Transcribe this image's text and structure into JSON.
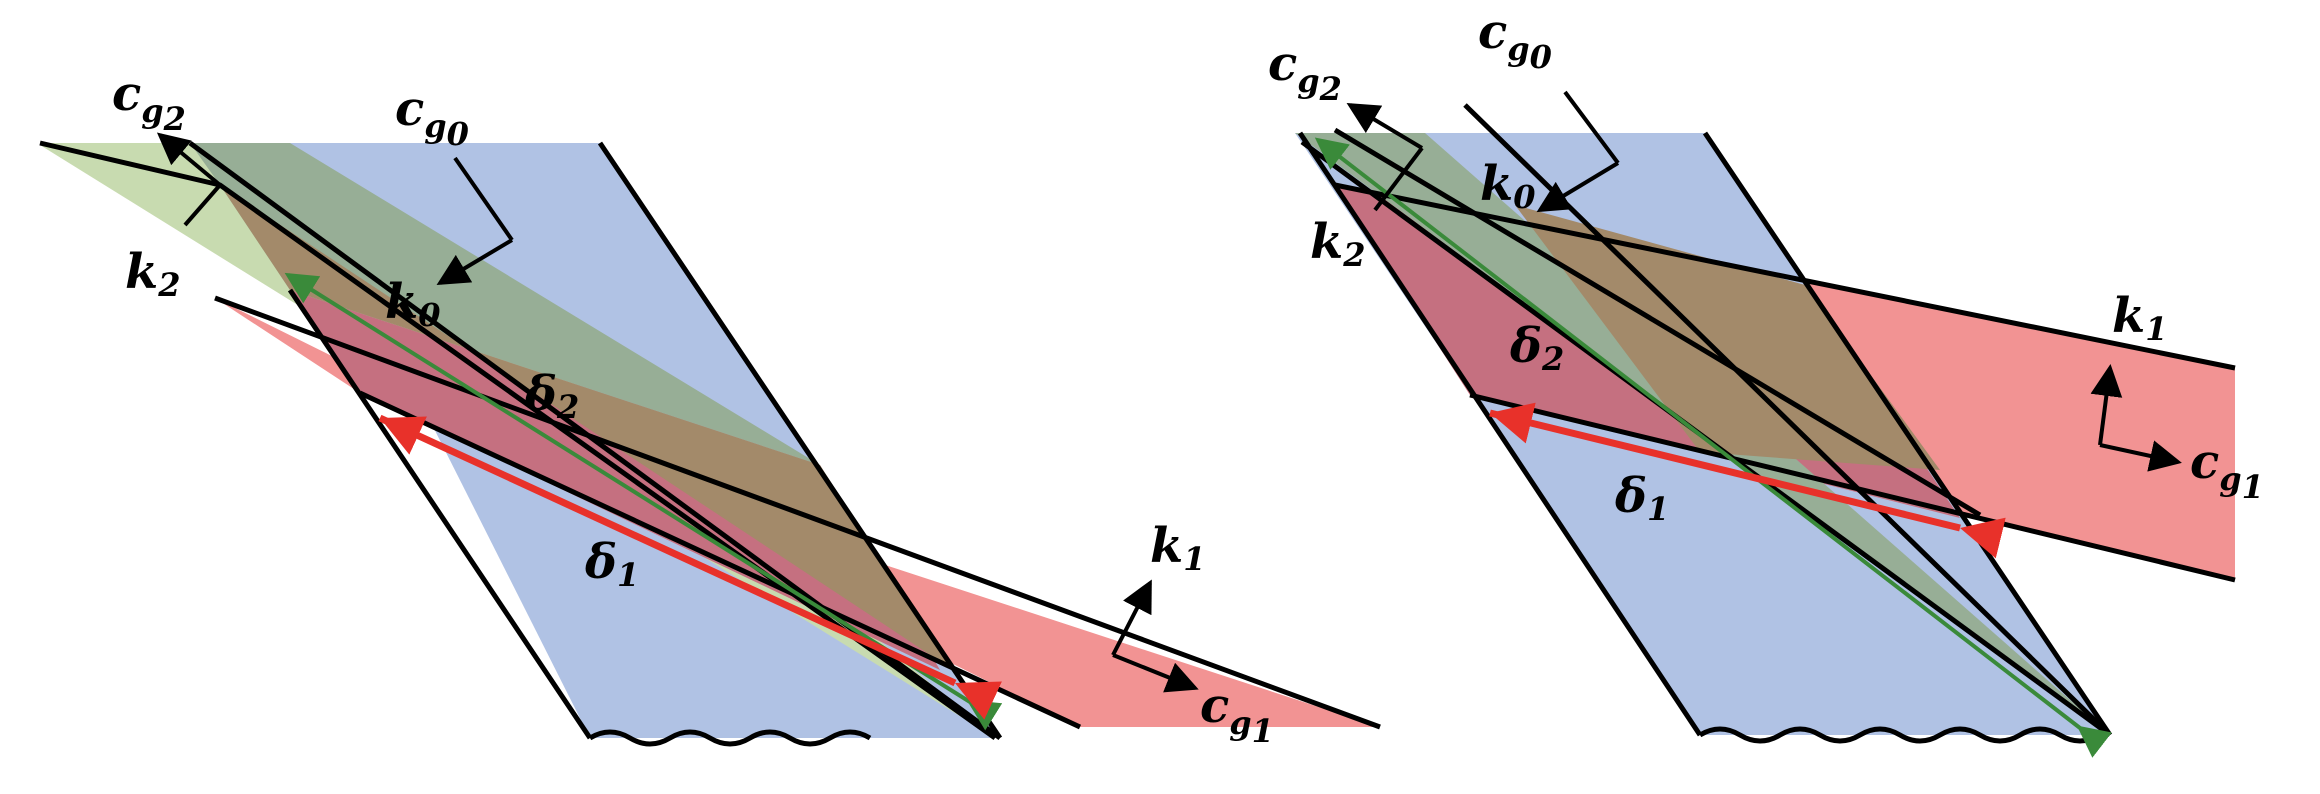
{
  "colors": {
    "beam_k0": "#b0c2e4",
    "beam_k1": "#f29393",
    "beam_k2": "#c8dbb0",
    "overlap_02": "#97ae96",
    "overlap_12": "#c57080",
    "overlap_012": "#a38a6a",
    "delta_1_arrow": "#e8312a",
    "delta_2_arrow": "#3a8a3a",
    "axes": "#000000"
  },
  "labels": {
    "c_letter": "c",
    "k_letter": "k",
    "delta_letter": "δ",
    "g_letter": "g",
    "sub_0": "0",
    "sub_1": "1",
    "sub_2": "2"
  },
  "panels": [
    {
      "id": "left",
      "description_hidden": ""
    },
    {
      "id": "right",
      "description_hidden": ""
    }
  ]
}
